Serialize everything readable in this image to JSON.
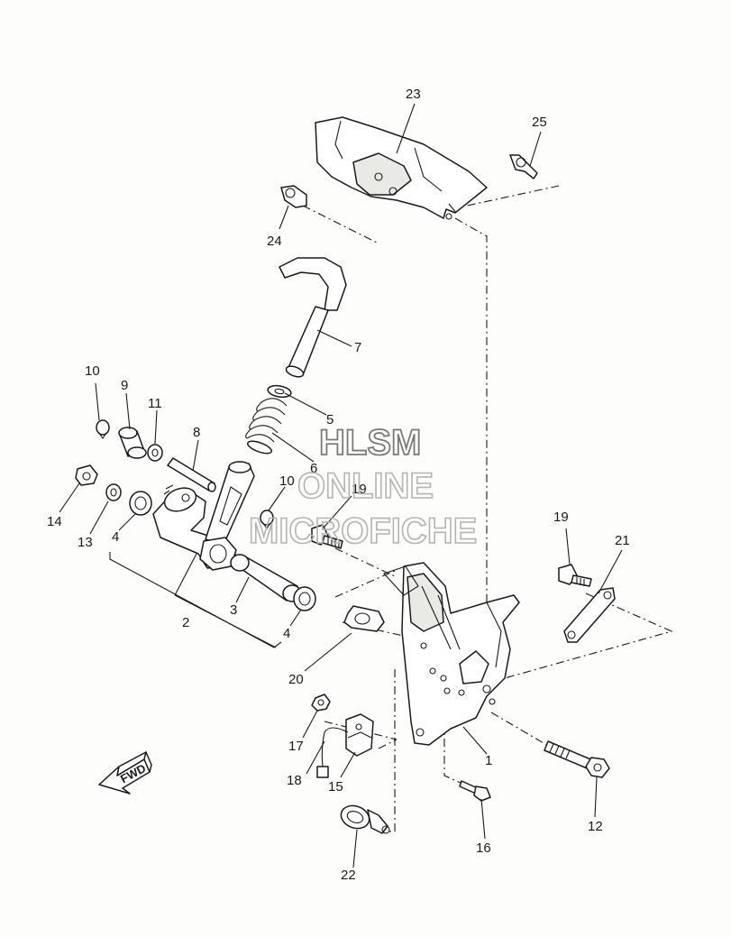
{
  "callouts": [
    {
      "id": "p23",
      "label": "23"
    },
    {
      "id": "p25",
      "label": "25"
    },
    {
      "id": "p24",
      "label": "24"
    },
    {
      "id": "p7",
      "label": "7"
    },
    {
      "id": "p10a",
      "label": "10"
    },
    {
      "id": "p9",
      "label": "9"
    },
    {
      "id": "p11",
      "label": "11"
    },
    {
      "id": "p5",
      "label": "5"
    },
    {
      "id": "p8",
      "label": "8"
    },
    {
      "id": "p6",
      "label": "6"
    },
    {
      "id": "p10b",
      "label": "10"
    },
    {
      "id": "p19a",
      "label": "19"
    },
    {
      "id": "p14",
      "label": "14"
    },
    {
      "id": "p13",
      "label": "13"
    },
    {
      "id": "p4a",
      "label": "4"
    },
    {
      "id": "p19b",
      "label": "19"
    },
    {
      "id": "p21",
      "label": "21"
    },
    {
      "id": "p3",
      "label": "3"
    },
    {
      "id": "p2",
      "label": "2"
    },
    {
      "id": "p4b",
      "label": "4"
    },
    {
      "id": "p20",
      "label": "20"
    },
    {
      "id": "p17",
      "label": "17"
    },
    {
      "id": "p1",
      "label": "1"
    },
    {
      "id": "p18",
      "label": "18"
    },
    {
      "id": "p15",
      "label": "15"
    },
    {
      "id": "p12",
      "label": "12"
    },
    {
      "id": "p16",
      "label": "16"
    },
    {
      "id": "p22",
      "label": "22"
    }
  ],
  "watermark": {
    "line1": "HLSM",
    "line2": "ONLINE",
    "line3": "MICROFICHE"
  },
  "fwd_arrow": {
    "label": "FWD",
    "icon": "fwd-arrow-icon"
  }
}
